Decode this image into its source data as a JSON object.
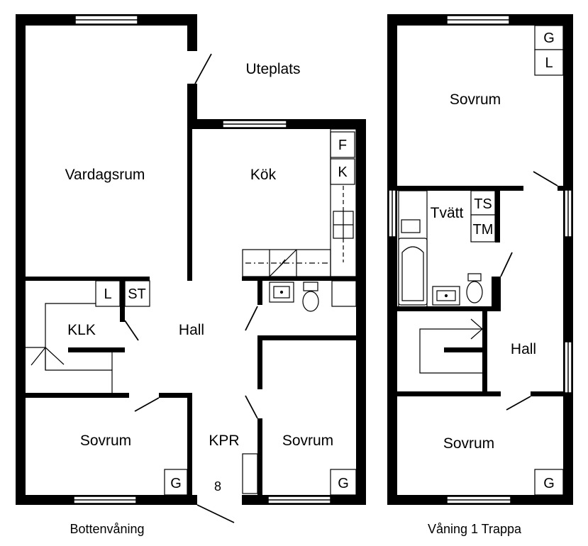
{
  "floors": {
    "ground": {
      "caption": "Bottenvåning",
      "rooms": {
        "uteplats": "Uteplats",
        "vardagsrum": "Vardagsrum",
        "kok": "Kök",
        "klk": "KLK",
        "hall": "Hall",
        "sovrum_left": "Sovrum",
        "sovrum_right": "Sovrum",
        "kpr": "KPR"
      },
      "fixtures": {
        "fridge": "F",
        "freezer": "K",
        "linen": "L",
        "storage": "ST",
        "wardrobe_left": "G",
        "wardrobe_right": "G"
      },
      "step_number": "8"
    },
    "upper": {
      "caption": "Våning 1 Trappa",
      "rooms": {
        "sovrum_top": "Sovrum",
        "tvatt": "Tvätt",
        "hall": "Hall",
        "sovrum_bottom": "Sovrum"
      },
      "fixtures": {
        "wardrobe_top": "G",
        "linen_top": "L",
        "dryer": "TS",
        "washer": "TM",
        "wardrobe_bottom": "G"
      }
    }
  },
  "colors": {
    "wall": "#000000",
    "background": "#ffffff",
    "window_glass": "#dddddd"
  }
}
